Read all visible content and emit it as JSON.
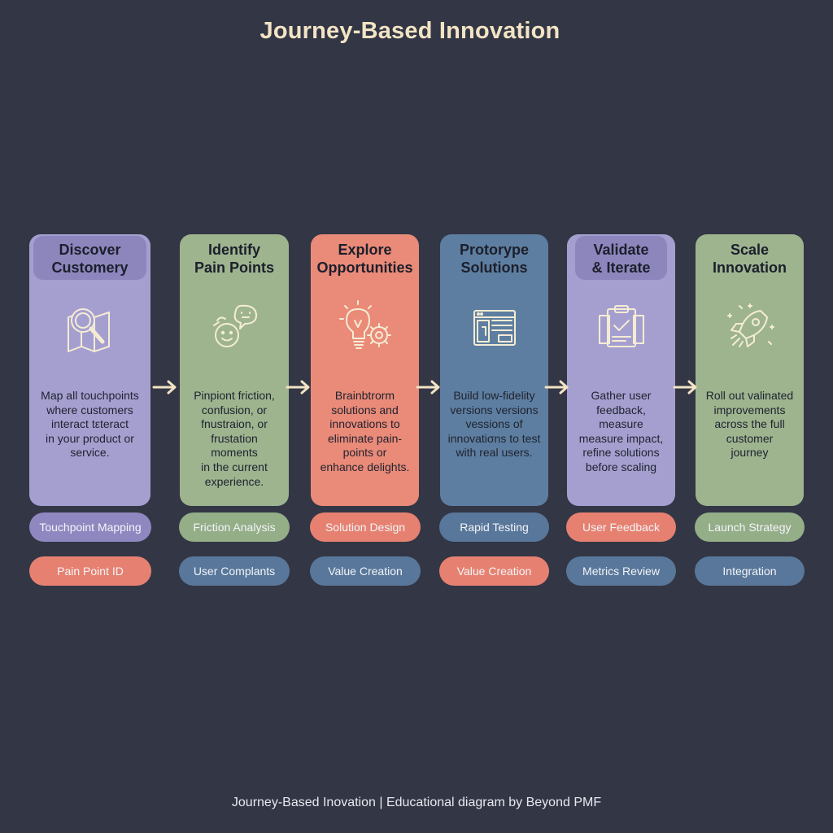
{
  "title": "Journey-Based Innovation",
  "stages": [
    {
      "heading": [
        "Discover",
        "Customery"
      ],
      "icon": "magnifier-map-icon",
      "description": [
        "Map all touchpoints",
        "where customers",
        "interact tεteract",
        "in your product or",
        "service."
      ],
      "color": "#a59fd0"
    },
    {
      "heading": [
        "Identify",
        "Pain Points"
      ],
      "icon": "face-speech-bubble-icon",
      "description": [
        "Pinpiont friction,",
        "confusion, or",
        "fnustraion, or",
        "frustation moments",
        "in the current",
        "experience."
      ],
      "color": "#9db48f"
    },
    {
      "heading": [
        "Explore",
        "Opportunities"
      ],
      "icon": "lightbulb-gear-icon",
      "description": [
        "Brainbtrorm",
        "solutions and",
        "innovations to",
        "eliminate pain-",
        "points or",
        "enhance delights."
      ],
      "color": "#ea8a78"
    },
    {
      "heading": [
        "Protorype",
        "Solutions"
      ],
      "icon": "wireframe-window-icon",
      "description": [
        "Build low-fidelity",
        "versions versions",
        "vessions of",
        "innovatiσns to test",
        "with real users."
      ],
      "color": "#5d7ea0"
    },
    {
      "heading": [
        "Validate",
        "& Iterate"
      ],
      "icon": "clipboard-check-icon",
      "description": [
        "Gather user",
        "feedback, measure",
        "measure impact,",
        "refine solutions",
        "before scaling"
      ],
      "color": "#a59fd0"
    },
    {
      "heading": [
        "Scale",
        "Innovation"
      ],
      "icon": "rocket-icon",
      "description": [
        "Roll out valinated",
        "improvements",
        "across the full",
        "customer",
        "journey"
      ],
      "color": "#9db48f"
    }
  ],
  "tags_row1": [
    {
      "label": "Touchpoint Mapping",
      "color": "#8f88c0"
    },
    {
      "label": "Friction Analysis",
      "color": "#94ae88"
    },
    {
      "label": "Solution Design",
      "color": "#e68171"
    },
    {
      "label": "Rapid Testing",
      "color": "#58779a"
    },
    {
      "label": "User Feedback",
      "color": "#e68171"
    },
    {
      "label": "Launch Strategy",
      "color": "#94ae88"
    }
  ],
  "tags_row2": [
    {
      "label": "Pain Point ID",
      "color": "#e68171"
    },
    {
      "label": "User Complants",
      "color": "#58779a"
    },
    {
      "label": "Value Creation",
      "color": "#58779a"
    },
    {
      "label": "Value Creation",
      "color": "#e68171"
    },
    {
      "label": "Metrics Review",
      "color": "#58779a"
    },
    {
      "label": "Integration",
      "color": "#58779a"
    }
  ],
  "footer": "Journey-Based Inovation | Educational diagram by Beyond PMF",
  "colors": {
    "background": "#333645",
    "title": "#f2e4c4",
    "arrow": "#f2e4c4",
    "icon_stroke": "#f5ecd4"
  }
}
